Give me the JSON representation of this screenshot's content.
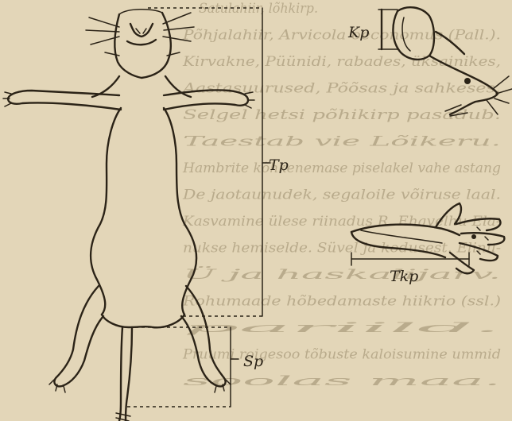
{
  "labels": {
    "ear_length": "Kp",
    "body_length": "Tp",
    "hind_foot_length": "Tkp",
    "tail_length": "Sp"
  },
  "background_text": [
    "Satulahiir, lõhkirp.",
    "Põhjalahiir, Arvicola oeconomus (Pall.).",
    "Kirvakne, Püünidi, rabades, üksainikes,",
    "Aastasuurused, Põõsas ja sahkeses.",
    "Selgel hetsi põhikirp pasadub.",
    "Taestab vie Lõikeru.",
    "Hambrite kõhkenemase piselakel vahe astang",
    "De jaotaunudek, segaloile võiruse laal.",
    "Kasvamine ülese riinadus R. Ehavelhu Ela-",
    "nukse hemiselde. Süvel ja kodusest. Elinu-",
    "Ü ja haskalijarv.",
    "Rohumaade hõbedamaste hiikrio (ssl.)",
    "pariild.",
    "Pruumi roigesoo tõbuste kaloisumine ummid",
    "soolas maa."
  ],
  "colors": {
    "paper": "#e3d6b8",
    "ink": "#2b2317"
  }
}
